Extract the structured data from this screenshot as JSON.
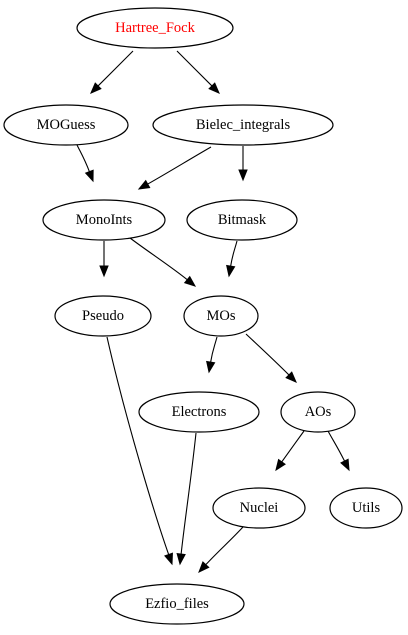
{
  "graph": {
    "colors": {
      "default_text": "#000000",
      "root_text": "#ff0000",
      "stroke": "#000000",
      "background": "#ffffff"
    },
    "nodes": [
      {
        "id": "hartree-fock",
        "label": "Hartree_Fock",
        "highlight": true
      },
      {
        "id": "moguess",
        "label": "MOGuess"
      },
      {
        "id": "bielec-integrals",
        "label": "Bielec_integrals"
      },
      {
        "id": "monoints",
        "label": "MonoInts"
      },
      {
        "id": "bitmask",
        "label": "Bitmask"
      },
      {
        "id": "pseudo",
        "label": "Pseudo"
      },
      {
        "id": "mos",
        "label": "MOs"
      },
      {
        "id": "electrons",
        "label": "Electrons"
      },
      {
        "id": "aos",
        "label": "AOs"
      },
      {
        "id": "nuclei",
        "label": "Nuclei"
      },
      {
        "id": "utils",
        "label": "Utils"
      },
      {
        "id": "ezfio-files",
        "label": "Ezfio_files"
      }
    ],
    "edges": [
      {
        "from": "hartree-fock",
        "to": "moguess"
      },
      {
        "from": "hartree-fock",
        "to": "bielec-integrals"
      },
      {
        "from": "moguess",
        "to": "monoints"
      },
      {
        "from": "bielec-integrals",
        "to": "monoints"
      },
      {
        "from": "bielec-integrals",
        "to": "bitmask"
      },
      {
        "from": "monoints",
        "to": "pseudo"
      },
      {
        "from": "monoints",
        "to": "mos"
      },
      {
        "from": "bitmask",
        "to": "mos"
      },
      {
        "from": "mos",
        "to": "electrons"
      },
      {
        "from": "mos",
        "to": "aos"
      },
      {
        "from": "aos",
        "to": "nuclei"
      },
      {
        "from": "aos",
        "to": "utils"
      },
      {
        "from": "pseudo",
        "to": "ezfio-files"
      },
      {
        "from": "electrons",
        "to": "ezfio-files"
      },
      {
        "from": "nuclei",
        "to": "ezfio-files"
      }
    ]
  }
}
